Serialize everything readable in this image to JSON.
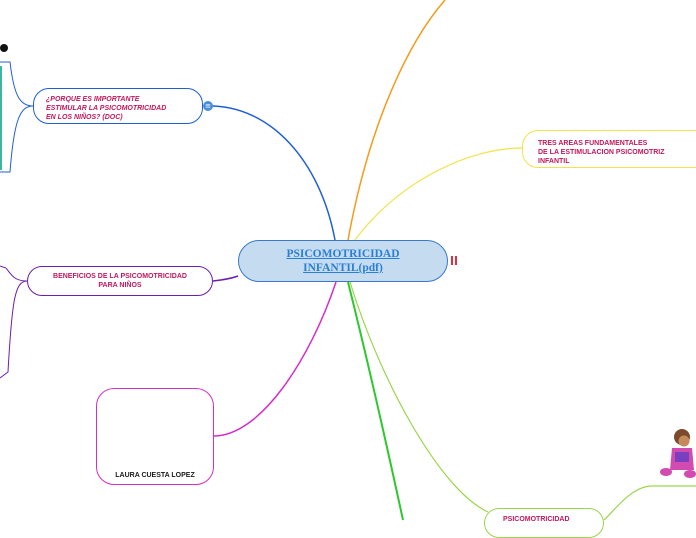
{
  "central": {
    "title": "PSICOMOTRICIDAD \nINFANTIL(pdf)"
  },
  "nodes": {
    "porque": "¿PORQUE ES IMPORTANTE\nESTIMULAR LA PSICOMOTRICIDAD\nEN LOS NIÑOS? (DOC)",
    "beneficios": "BENEFICIOS DE LA PSICOMOTRICIDAD\nPARA NIÑOS",
    "tres_areas": "TRES AREAS FUNDAMENTALES\nDE LA ESTIMULACION PSICOMOTRIZ\nINFANTIL",
    "psico2": "PSICOMOTRICIDAD",
    "laura": "LAURA CUESTA LOPEZ"
  },
  "colors": {
    "central_fill": "#c5dcf0",
    "central_border": "#3a78c8",
    "branch_blue": "#1f5fd6",
    "branch_orange": "#f59a1a",
    "branch_yellow": "#f2e34a",
    "branch_purple": "#6a1fb0",
    "branch_magenta": "#d62fc8",
    "branch_green": "#2ec82e",
    "branch_lightgreen": "#9ad64a",
    "node_text": "#c2185b"
  },
  "icons": [
    "document-link-icon",
    "pause-icon",
    "topleft-dot-icon",
    "teacher-illustration",
    "child-reading-illustration"
  ]
}
